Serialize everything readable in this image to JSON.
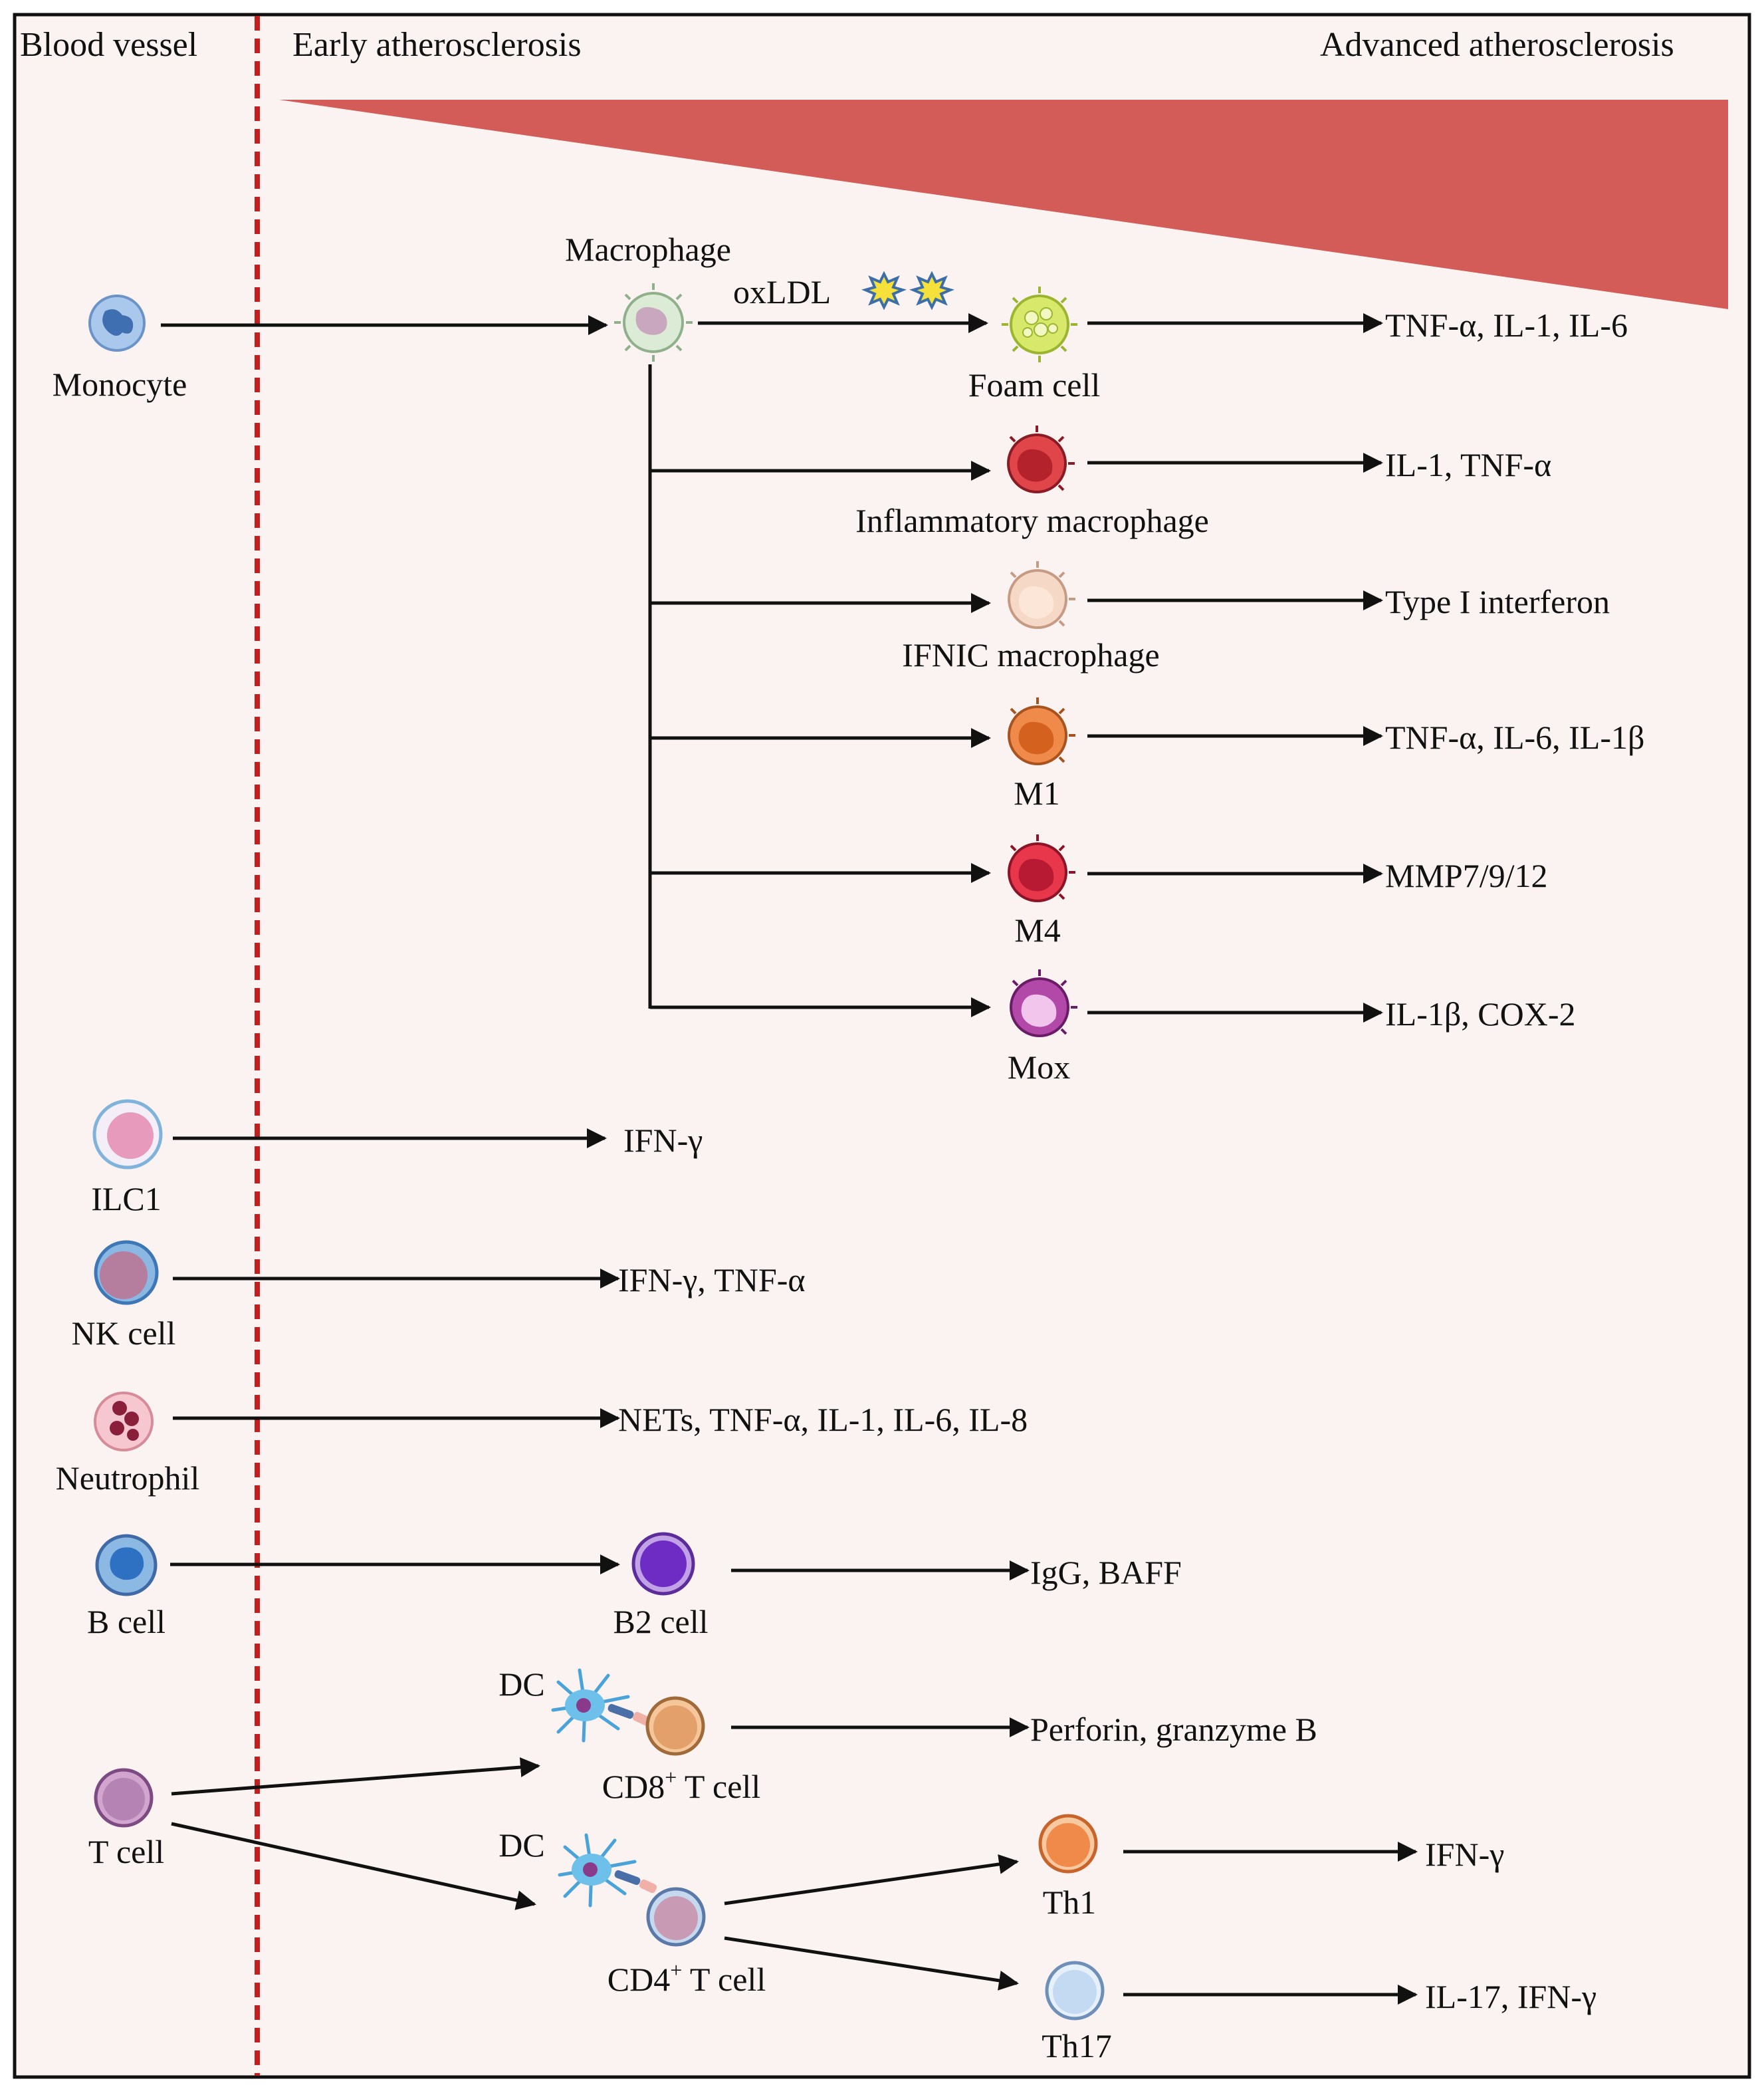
{
  "headers": {
    "blood_vessel": "Blood vessel",
    "early": "Early atherosclerosis",
    "advanced": "Advanced atherosclerosis"
  },
  "colors": {
    "gradient_wedge": "#d35b58",
    "divider": "#c21f1f",
    "background": "#fbf3f2",
    "border": "#111111"
  },
  "cells": {
    "monocyte": {
      "label": "Monocyte",
      "icon": "monocyte-icon"
    },
    "macrophage": {
      "label": "Macrophage",
      "icon": "macrophage-icon"
    },
    "oxldl": {
      "label": "oxLDL",
      "icon": "oxldl-particle-icon"
    },
    "foam": {
      "label": "Foam cell",
      "icon": "foam-cell-icon"
    },
    "inflammatory": {
      "label": "Inflammatory macrophage",
      "icon": "inflammatory-macrophage-icon"
    },
    "ifnic": {
      "label": "IFNIC macrophage",
      "icon": "ifnic-macrophage-icon"
    },
    "m1": {
      "label": "M1",
      "icon": "m1-macrophage-icon"
    },
    "m4": {
      "label": "M4",
      "icon": "m4-macrophage-icon"
    },
    "mox": {
      "label": "Mox",
      "icon": "mox-macrophage-icon"
    },
    "ilc1": {
      "label": "ILC1",
      "icon": "ilc1-icon"
    },
    "nk": {
      "label": "NK cell",
      "icon": "nk-cell-icon"
    },
    "neutrophil": {
      "label": "Neutrophil",
      "icon": "neutrophil-icon"
    },
    "bcell": {
      "label": "B cell",
      "icon": "b-cell-icon"
    },
    "b2": {
      "label": "B2 cell",
      "icon": "b2-cell-icon"
    },
    "tcell": {
      "label": "T cell",
      "icon": "t-cell-icon"
    },
    "dc1": {
      "label": "DC",
      "icon": "dendritic-cell-icon"
    },
    "cd8": {
      "label_prefix": "CD8",
      "label_sup": "+",
      "label_suffix": " T cell",
      "icon": "cd8-t-cell-icon"
    },
    "dc2": {
      "label": "DC",
      "icon": "dendritic-cell-icon"
    },
    "cd4": {
      "label_prefix": "CD4",
      "label_sup": "+",
      "label_suffix": " T cell",
      "icon": "cd4-t-cell-icon"
    },
    "th1": {
      "label": "Th1",
      "icon": "th1-cell-icon"
    },
    "th17": {
      "label": "Th17",
      "icon": "th17-cell-icon"
    }
  },
  "outputs": {
    "foam": "TNF-α, IL-1, IL-6",
    "inflammatory": "IL-1, TNF-α",
    "ifnic": "Type I interferon",
    "m1": "TNF-α, IL-6, IL-1β",
    "m4": "MMP7/9/12",
    "mox": "IL-1β, COX-2",
    "ilc1": "IFN-γ",
    "nk": "IFN-γ, TNF-α",
    "neutrophil": "NETs, TNF-α, IL-1, IL-6, IL-8",
    "b2": "IgG, BAFF",
    "cd8": "Perforin, granzyme B",
    "th1": "IFN-γ",
    "th17": "IL-17, IFN-γ"
  }
}
